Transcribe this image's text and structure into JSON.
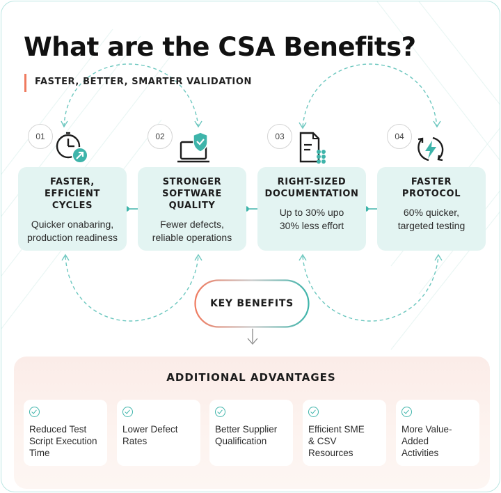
{
  "title": "What are the CSA Benefits?",
  "subtitle": "FASTER, BETTER, SMARTER VALIDATION",
  "colors": {
    "teal": "#3eb4aa",
    "teal_light": "#e3f4f2",
    "coral": "#ef7a5f",
    "panel": "#fbece8"
  },
  "steps": [
    {
      "number": "01",
      "title": "FASTER,\nEFFICIENT\nCYCLES",
      "desc": "Quicker onabaring,\nproduction readiness",
      "icon": "clock-arrow-icon"
    },
    {
      "number": "02",
      "title": "STRONGER\nSOFTWARE\nQUALITY",
      "desc": "Fewer defects,\nreliable operations",
      "icon": "laptop-shield-icon"
    },
    {
      "number": "03",
      "title": "RIGHT-SIZED\nDOCUMENTATION",
      "desc": "Up to 30% upo\n30% less effort",
      "icon": "document-icon"
    },
    {
      "number": "04",
      "title": "FASTER\nPROTOCOL",
      "desc": "60% quicker,\ntargeted testing",
      "icon": "lightning-cycle-icon"
    }
  ],
  "key_benefits": "KEY BENEFITS",
  "additional": {
    "title": "ADDITIONAL ADVANTAGES",
    "items": [
      "Reduced Test\nScript Execution\nTime",
      "Lower Defect\nRates",
      "Better Supplier\nQualification",
      "Efficient SME\n& CSV\nResources",
      "More Value-\nAdded\nActivities"
    ]
  }
}
